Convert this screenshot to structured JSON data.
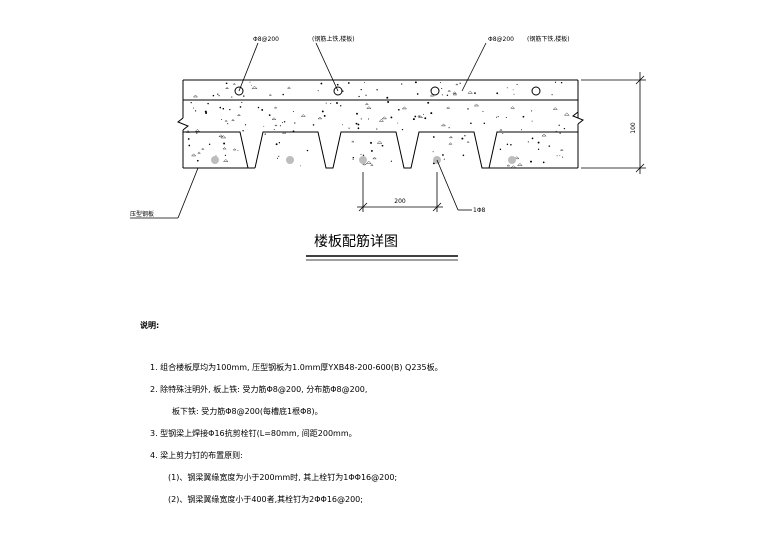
{
  "drawing": {
    "callouts": {
      "top_bar_left": "Φ8@200",
      "top_bar_left_note": "(钢筋上铁,楼板)",
      "top_bar_right": "Φ8@200",
      "top_bar_right_note": "(钢筋下铁,楼板)",
      "deck_plate": "压型钢板",
      "rib_bar": "1Φ8"
    },
    "dimensions": {
      "thickness": "100",
      "rib_spacing": "200"
    },
    "title": "楼板配筋详图"
  },
  "notes": {
    "heading": "说明:",
    "lines": [
      "1. 组合楼板厚均为100mm, 压型钢板为1.0mm厚YXB48-200-600(B) Q235板。",
      "2. 除特殊注明外, 板上铁: 受力筋Φ8@200, 分布筋Φ8@200,",
      "板下铁: 受力筋Φ8@200(每槽底1根Φ8)。",
      "3. 型钢梁上焊接Φ16抗剪栓钉(L=80mm, 间距200mm。",
      "4. 梁上剪力钉的布置原则:",
      "(1)、钢梁翼缘宽度为小于200mm时, 其上栓钉为1ΦΦ16@200;",
      "(2)、钢梁翼缘宽度小于400者,其栓钉为2ΦΦ16@200;"
    ]
  }
}
